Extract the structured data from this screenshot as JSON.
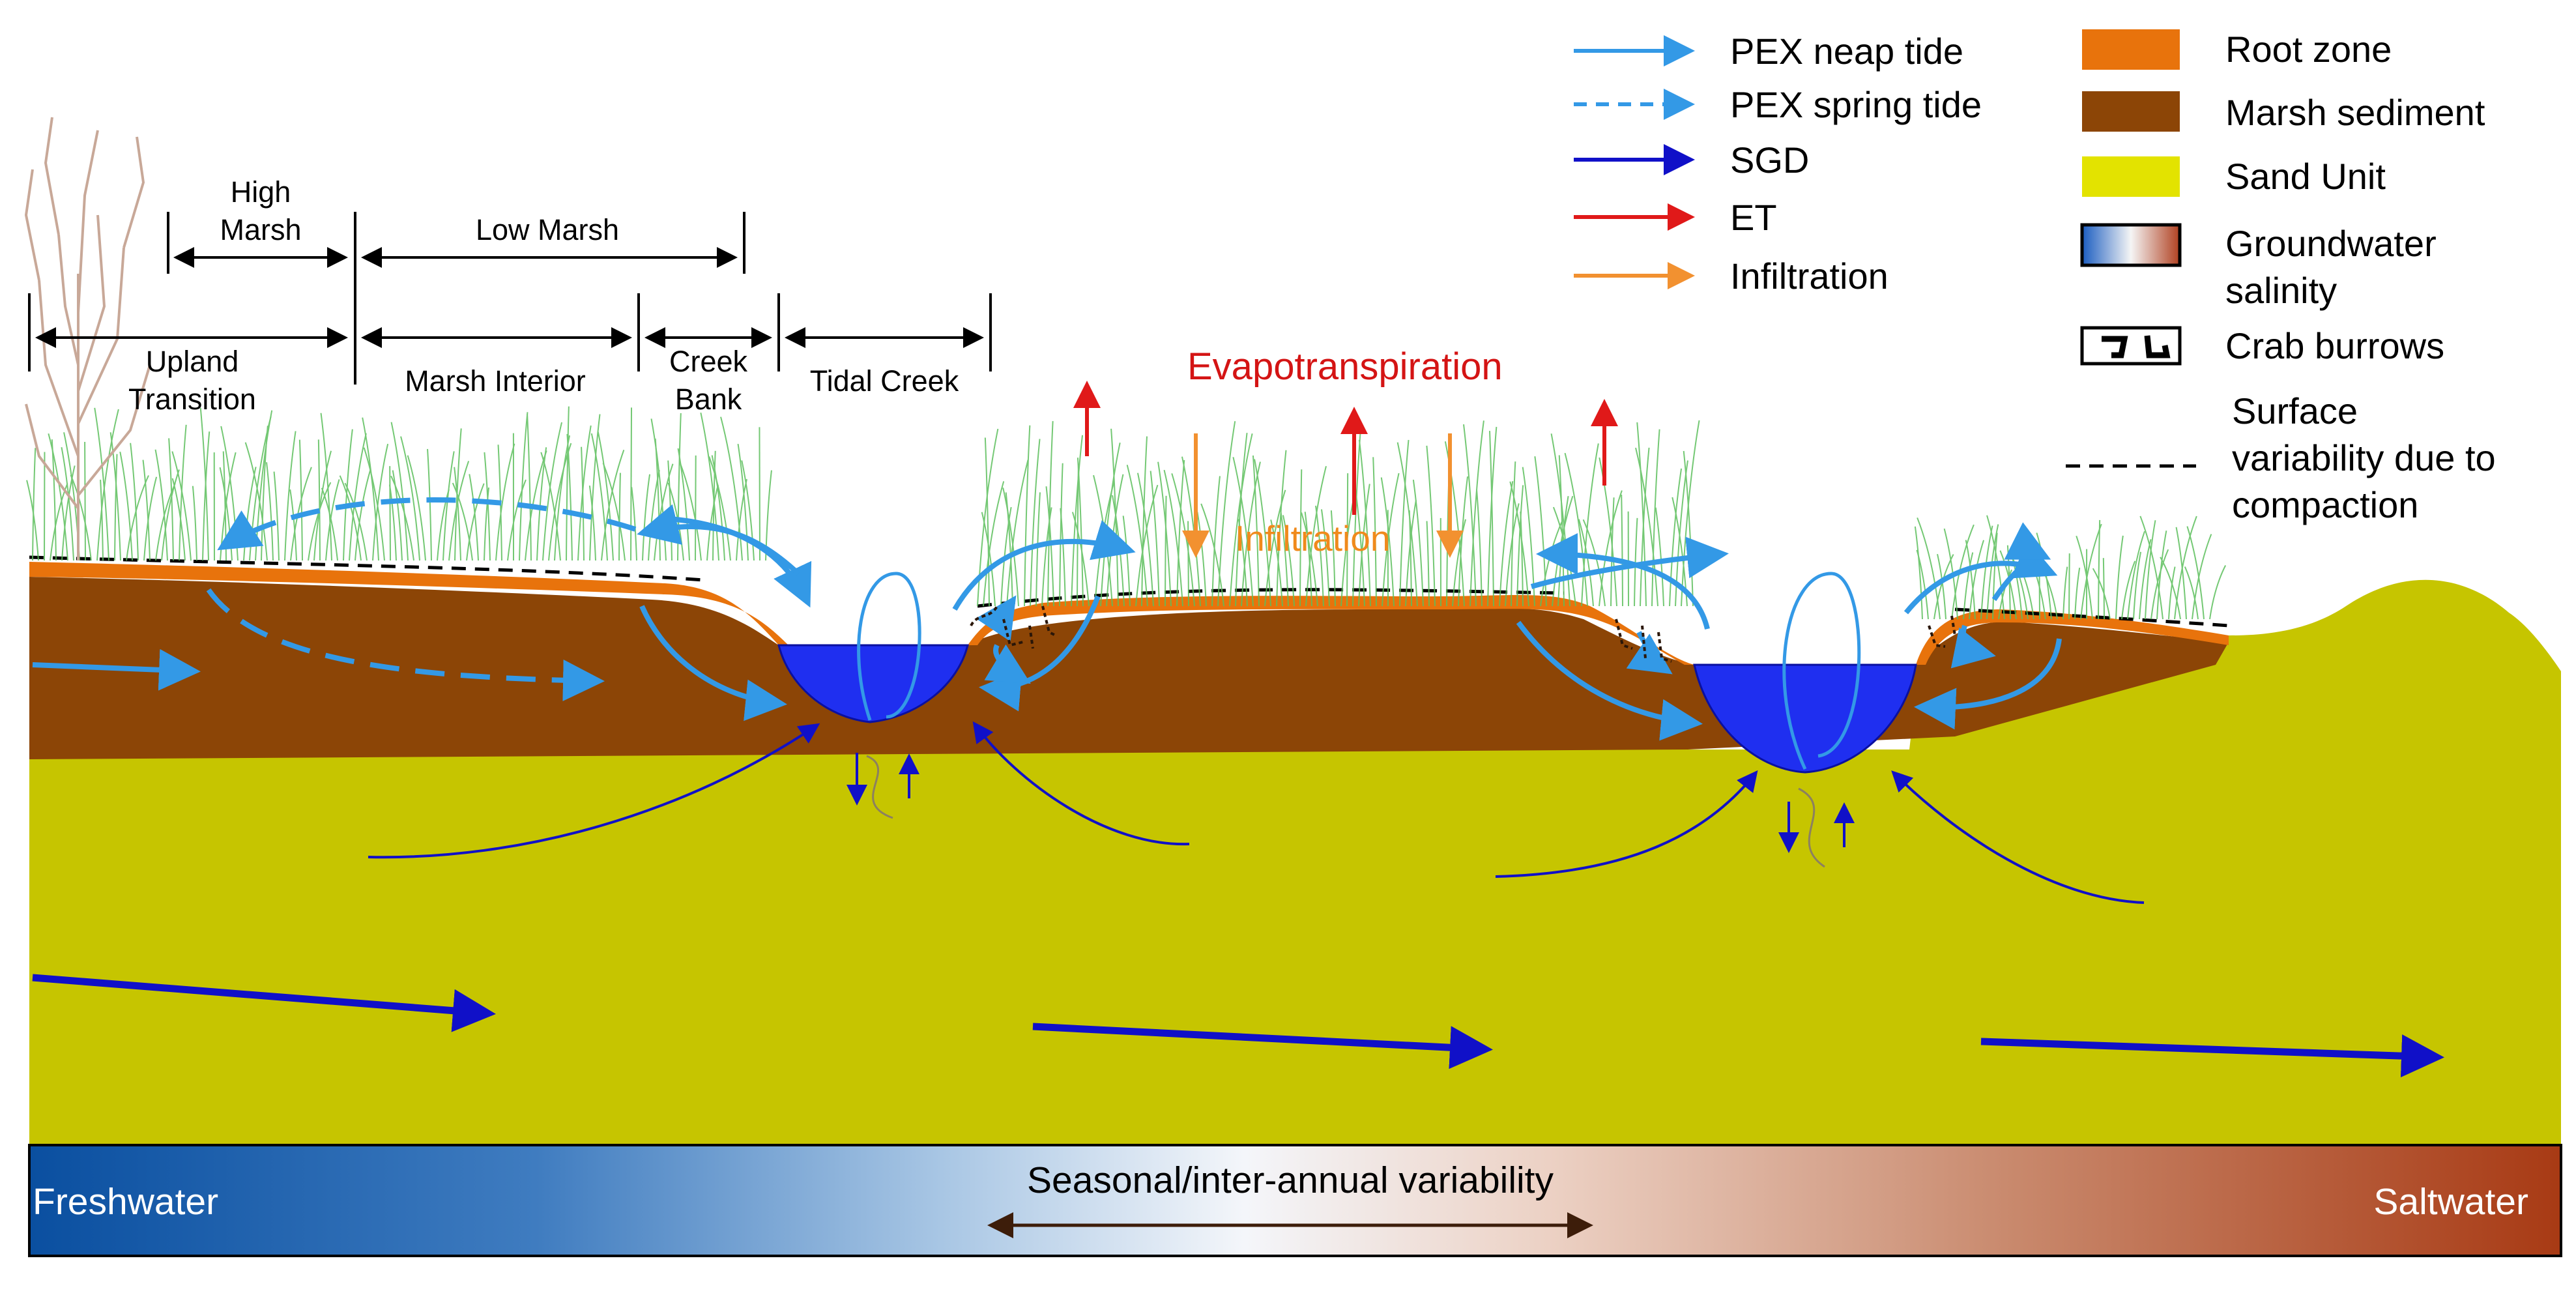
{
  "zones": {
    "high_marsh": [
      "High",
      "Marsh"
    ],
    "low_marsh": "Low Marsh",
    "upland_transition": [
      "Upland",
      "Transition"
    ],
    "marsh_interior": "Marsh Interior",
    "creek_bank": [
      "Creek",
      "Bank"
    ],
    "tidal_creek": "Tidal Creek"
  },
  "process_labels": {
    "evapotranspiration": "Evapotranspiration",
    "infiltration": "Infiltration"
  },
  "legend_flows": [
    {
      "label": "PEX neap tide",
      "color": "#3399e6",
      "style": "solid",
      "icon": "arrow-icon"
    },
    {
      "label": "PEX spring tide",
      "color": "#3399e6",
      "style": "dashed",
      "icon": "dashed-arrow-icon"
    },
    {
      "label": "SGD",
      "color": "#1010c8",
      "style": "solid",
      "icon": "arrow-icon"
    },
    {
      "label": "ET",
      "color": "#e01919",
      "style": "solid",
      "icon": "arrow-icon"
    },
    {
      "label": "Infiltration",
      "color": "#f29130",
      "style": "solid",
      "icon": "arrow-icon"
    }
  ],
  "legend_units": {
    "root_zone": "Root zone",
    "marsh_sediment": "Marsh sediment",
    "sand_unit": "Sand Unit",
    "groundwater_salinity": [
      "Groundwater",
      "salinity"
    ],
    "crab_burrows": "Crab burrows",
    "surface_variability": [
      "Surface",
      "variability due to",
      "compaction"
    ]
  },
  "salinity_bar": {
    "left": "Freshwater",
    "center": "Seasonal/inter-annual variability",
    "right": "Saltwater"
  },
  "colors": {
    "root_zone": "#e8730c",
    "marsh_sediment": "#8c4506",
    "sand_unit": "#c6c500",
    "sand_unit_legend": "#e3e300",
    "creek_water": "#1f2ff0",
    "sgd": "#1010c8",
    "pex": "#3399e6",
    "et": "#e01919",
    "infiltration": "#f29130",
    "fresh": "#0a4fa0",
    "salt": "#a83a14"
  }
}
